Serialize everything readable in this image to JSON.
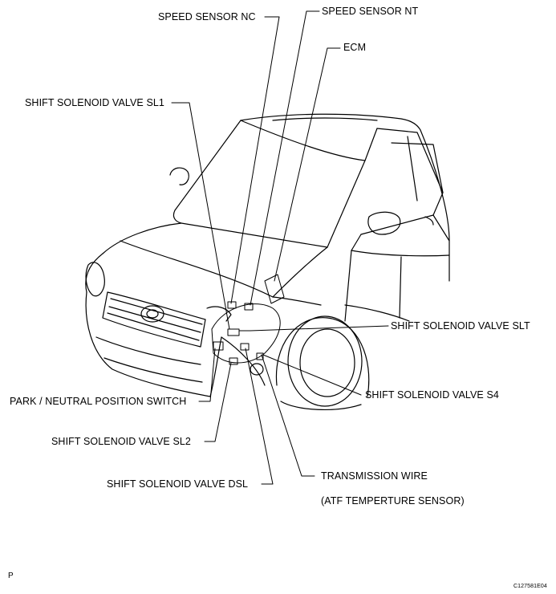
{
  "diagram": {
    "labels": {
      "speed_sensor_nc": "SPEED SENSOR  NC",
      "speed_sensor_nt": "SPEED SENSOR  NT",
      "ecm": "ECM",
      "shift_solenoid_sl1": "SHIFT SOLENOID VALVE SL1",
      "shift_solenoid_slt": "SHIFT SOLENOID VALVE SLT",
      "shift_solenoid_s4": "SHIFT SOLENOID VALVE S4",
      "park_neutral_switch": "PARK / NEUTRAL POSITION SWITCH",
      "shift_solenoid_sl2": "SHIFT SOLENOID VALVE SL2",
      "shift_solenoid_dsl": "SHIFT SOLENOID VALVE DSL",
      "transmission_wire": "TRANSMISSION WIRE",
      "atf_sensor": "(ATF TEMPERTURE SENSOR)"
    },
    "corner_mark": "P",
    "figure_code": "C127581E04"
  }
}
